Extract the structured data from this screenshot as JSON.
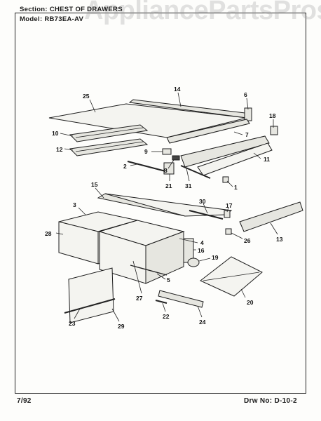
{
  "header": {
    "section": "Section: CHEST OF DRAWERS",
    "model": "Model: RB73EA-AV",
    "watermark": "AppliancePartsPros.com"
  },
  "footer": {
    "date": "7/92",
    "drawing_number": "Drw No: D-10-2"
  },
  "callouts": [
    "1",
    "2",
    "3",
    "4",
    "5",
    "6",
    "7",
    "8",
    "9",
    "10",
    "11",
    "12",
    "13",
    "14",
    "15",
    "16",
    "17",
    "18",
    "19",
    "20",
    "21",
    "22",
    "23",
    "24",
    "25",
    "26",
    "27",
    "28",
    "29",
    "30",
    "31"
  ]
}
